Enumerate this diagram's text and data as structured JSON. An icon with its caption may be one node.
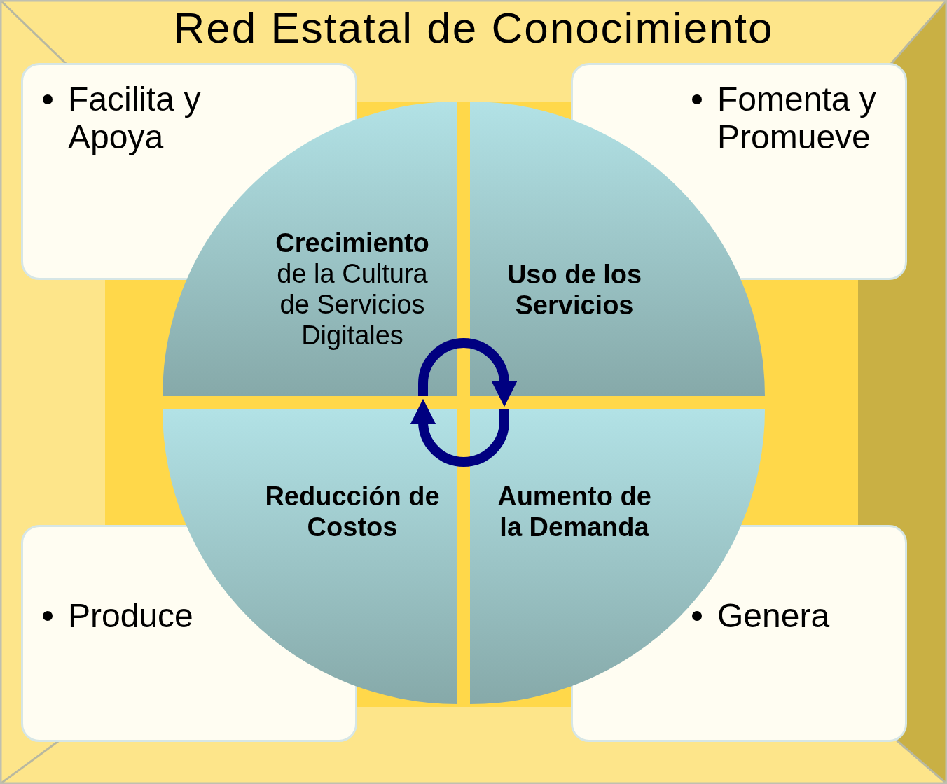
{
  "diagram": {
    "title": "Red Estatal de Conocimiento",
    "nodes": [
      {
        "text": [
          "Facilita y Apoya"
        ]
      },
      {
        "text": [
          "Fomenta y Promueve"
        ]
      },
      {
        "text": [
          "**Crecimiento** de la Cultura de Servicios Digitales"
        ]
      },
      {
        "text": [
          "Uso de los Servicios"
        ]
      },
      {
        "text": [
          "Reducción de Costos"
        ]
      },
      {
        "text": [
          "Aumento de la Demanda"
        ]
      },
      {
        "text": [
          "Produce"
        ]
      },
      {
        "text": [
          "Genera"
        ]
      }
    ],
    "edges": [
      {
        "from": 2,
        "to": 3,
        "arrow": "to"
      },
      {
        "from": 5,
        "to": 4,
        "arrow": "to"
      }
    ]
  }
}
